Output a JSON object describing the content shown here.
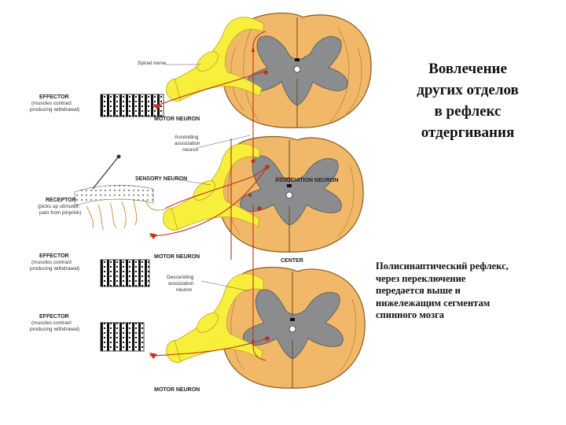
{
  "title_lines": [
    "Вовлечение",
    "других отделов",
    "в рефлекс",
    "отдергивания"
  ],
  "description_lines": [
    "Полисинаптический рефлекс,",
    "через переключение",
    "передается выше и",
    "нижележащим сегментам",
    "спинного мозга"
  ],
  "labels": {
    "spinal_nerve": "Spinal nerve",
    "effector_top": "EFFECTOR",
    "effector_top_sub1": "(muscles contract",
    "effector_top_sub2": "producing withdrawal)",
    "motor_neuron_top": "MOTOR NEURON",
    "ascending": "Ascending",
    "ascending_2": "association",
    "ascending_3": "neuron",
    "sensory_neuron": "SENSORY NEURON",
    "association_neuron": "ASSOCIATION NEURON",
    "receptor": "RECEPTOR",
    "receptor_sub1": "(picks up stimulus:",
    "receptor_sub2": "pain from pinprick)",
    "effector_mid": "EFFECTOR",
    "effector_mid_sub1": "(muscles contract",
    "effector_mid_sub2": "producing withdrawal)",
    "motor_neuron_mid": "MOTOR NEURON",
    "center": "CENTER",
    "descending": "Descending",
    "descending_2": "association",
    "descending_3": "neuron",
    "effector_bot": "EFFECTOR",
    "effector_bot_sub1": "(muscles contract",
    "effector_bot_sub2": "producing withdrawal)",
    "motor_neuron_bot": "MOTOR NEURON"
  },
  "colors": {
    "cord_fill": "#f0b868",
    "cord_stroke": "#8a5a20",
    "gray_matter": "#8a8c8e",
    "nerve_yellow": "#f8ee3c",
    "neuron_red": "#c0301c"
  }
}
